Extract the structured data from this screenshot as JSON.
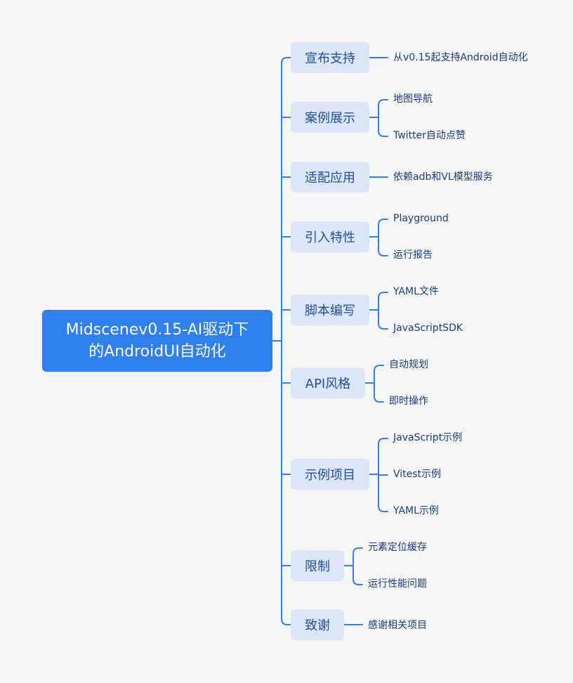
{
  "mindmap": {
    "root": {
      "lines": [
        "Midscenev0.15-AI驱动下",
        "的AndroidUI自动化"
      ]
    },
    "line_color": "#2f80ed",
    "root_color": "#2f80ed",
    "branch_color": "#dde6f8",
    "branches": [
      {
        "label": "宣布支持",
        "children": [
          "从v0.15起支持Android自动化"
        ]
      },
      {
        "label": "案例展示",
        "children": [
          "地图导航",
          "Twitter自动点赞"
        ]
      },
      {
        "label": "适配应用",
        "children": [
          "依赖adb和VL模型服务"
        ]
      },
      {
        "label": "引入特性",
        "children": [
          "Playground",
          "运行报告"
        ]
      },
      {
        "label": "脚本编写",
        "children": [
          "YAML文件",
          "JavaScriptSDK"
        ]
      },
      {
        "label": "API风格",
        "children": [
          "自动规划",
          "即时操作"
        ]
      },
      {
        "label": "示例项目",
        "children": [
          "JavaScript示例",
          "Vitest示例",
          "YAML示例"
        ]
      },
      {
        "label": "限制",
        "children": [
          "元素定位缓存",
          "运行性能问题"
        ]
      },
      {
        "label": "致谢",
        "children": [
          "感谢相关项目"
        ]
      }
    ]
  }
}
